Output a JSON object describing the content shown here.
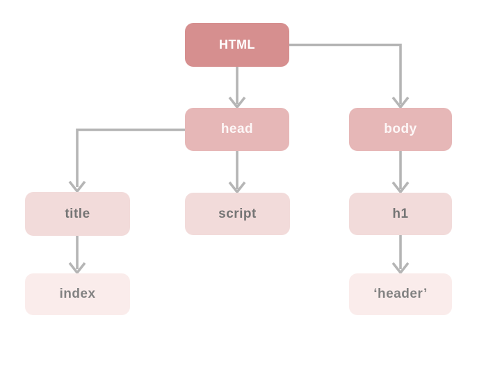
{
  "diagram_type": "tree",
  "nodes": {
    "html": {
      "label": "HTML",
      "level": 1
    },
    "head": {
      "label": "head",
      "level": 2
    },
    "body": {
      "label": "body",
      "level": 2
    },
    "title": {
      "label": "title",
      "level": 3
    },
    "script": {
      "label": "script",
      "level": 3
    },
    "h1": {
      "label": "h1",
      "level": 3
    },
    "index": {
      "label": "index",
      "level": 4
    },
    "header": {
      "label": "‘header’",
      "level": 4
    }
  },
  "edges": [
    {
      "from": "html",
      "to": "head"
    },
    {
      "from": "html",
      "to": "body"
    },
    {
      "from": "head",
      "to": "title"
    },
    {
      "from": "head",
      "to": "script"
    },
    {
      "from": "title",
      "to": "index"
    },
    {
      "from": "body",
      "to": "h1"
    },
    {
      "from": "h1",
      "to": "header"
    }
  ],
  "colors": {
    "level1_bg": "#d68f8f",
    "level2_bg": "#e6b7b7",
    "level3_bg": "#f2dbda",
    "level4_bg": "#faeceb",
    "level12_text": "#ffffff",
    "level34_text": "#7a7a7a",
    "connector": "#b5b5b5",
    "background": "#ffffff"
  }
}
